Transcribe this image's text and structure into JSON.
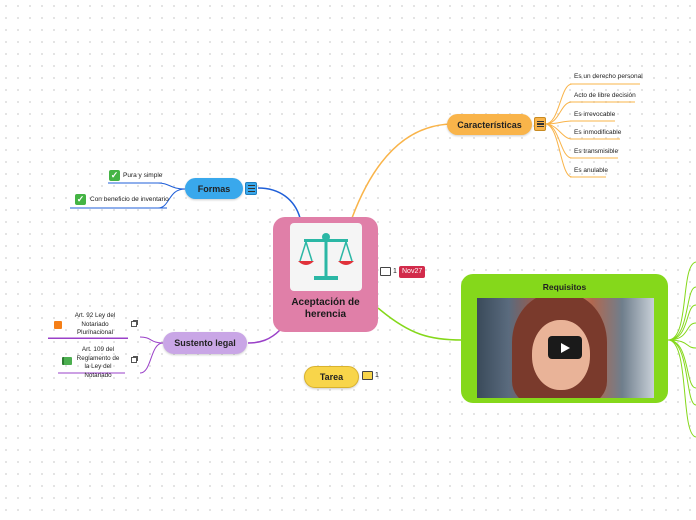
{
  "central": {
    "title": "Aceptación de herencia",
    "icon": "scales-icon"
  },
  "central_comment_count": "1",
  "central_date_tag": "Nov27",
  "caracteristicas": {
    "label": "Características",
    "items": [
      "Es un derecho personal",
      "Acto de libre decisión",
      "Es irrevocable",
      "Es inmodificable",
      "Es transmisible",
      "Es anulable"
    ]
  },
  "formas": {
    "label": "Formas",
    "items": [
      "Pura y simple",
      "Con beneficio de inventario"
    ]
  },
  "sustento": {
    "label": "Sustento legal",
    "items": [
      "Art. 92 Ley del Notariado Plurinacional",
      "Art. 109 del Reglamento de la Ley del Notariado"
    ]
  },
  "requisitos": {
    "label": "Requisitos",
    "video": "play-icon"
  },
  "tarea": {
    "label": "Tarea",
    "comment_count": "1"
  },
  "colors": {
    "central": "#e07fa8",
    "caracteristicas": "#f9b44a",
    "formas": "#39a8ec",
    "sustento": "#c9a6e6",
    "requisitos": "#85d81b",
    "tarea": "#f8d54a"
  }
}
